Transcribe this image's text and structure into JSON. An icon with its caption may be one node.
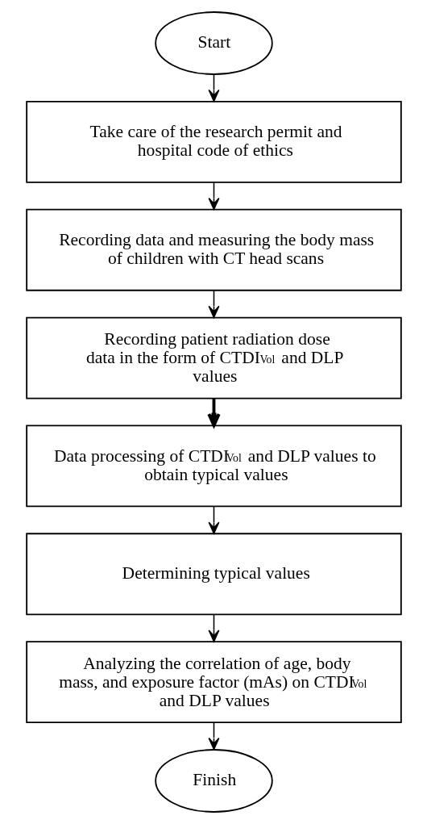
{
  "diagram": {
    "nodes": [
      {
        "text": [
          "Start"
        ]
      },
      {
        "text": [
          "Take care of the research permit and hospital code of ethics"
        ]
      },
      {
        "text": [
          "Recording data and measuring the body mass of children with CT head scans"
        ]
      },
      {
        "text": [
          "Recording patient radiation dose data in the form of CTDI$_{Vol}$ and DLP values"
        ]
      },
      {
        "text": [
          "Data processing of CTDI$_{Vol}$ and DLP values to obtain typical values"
        ]
      },
      {
        "text": [
          "Determining typical values"
        ]
      },
      {
        "text": [
          "Analyzing the correlation of age, body mass, and exposure factor (mAs) on CTDI$_{Vol}$ and DLP values"
        ]
      },
      {
        "text": [
          "Finish"
        ]
      }
    ],
    "edges": [
      {
        "from": 0,
        "to": 1,
        "arrow": "to"
      },
      {
        "from": 1,
        "to": 2,
        "arrow": "to"
      },
      {
        "from": 2,
        "to": 3,
        "arrow": "to"
      },
      {
        "from": 3,
        "to": 4,
        "arrow": "to",
        "style": "thick"
      },
      {
        "from": 4,
        "to": 5,
        "arrow": "to"
      },
      {
        "from": 5,
        "to": 6,
        "arrow": "to"
      },
      {
        "from": 6,
        "to": 7,
        "arrow": "to"
      }
    ]
  }
}
